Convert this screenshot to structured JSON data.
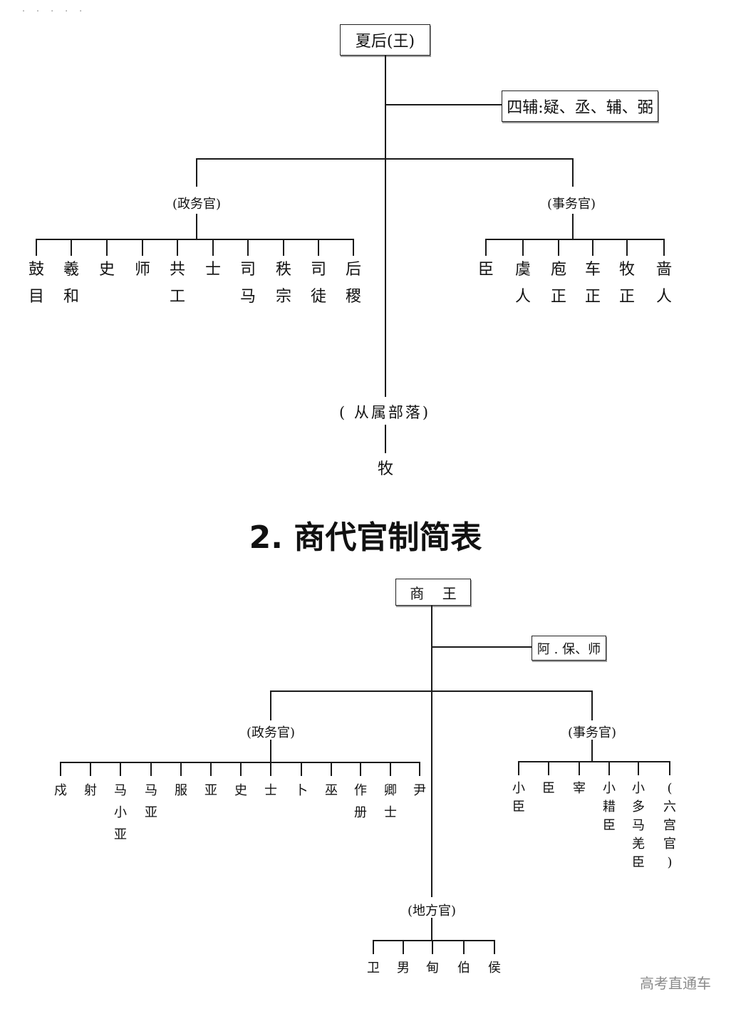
{
  "corner_marks": ". .  . . .",
  "xia": {
    "root": "夏后(王)",
    "advisors": "四辅:疑、丞、辅、弼",
    "political": {
      "label": "(政务官)",
      "officials": [
        {
          "chars": [
            "鼓",
            "目"
          ]
        },
        {
          "chars": [
            "羲",
            "和"
          ]
        },
        {
          "chars": [
            "史"
          ]
        },
        {
          "chars": [
            "师"
          ]
        },
        {
          "chars": [
            "共",
            "工"
          ]
        },
        {
          "chars": [
            "士"
          ]
        },
        {
          "chars": [
            "司",
            "马"
          ]
        },
        {
          "chars": [
            "秩",
            "宗"
          ]
        },
        {
          "chars": [
            "司",
            "徒"
          ]
        },
        {
          "chars": [
            "后",
            "稷"
          ]
        }
      ]
    },
    "affairs": {
      "label": "(事务官)",
      "officials": [
        {
          "chars": [
            "臣"
          ]
        },
        {
          "chars": [
            "虞",
            "人"
          ]
        },
        {
          "chars": [
            "庖",
            "正"
          ]
        },
        {
          "chars": [
            "车",
            "正"
          ]
        },
        {
          "chars": [
            "牧",
            "正"
          ]
        },
        {
          "chars": [
            "啬",
            "人"
          ]
        }
      ]
    },
    "tribes": {
      "label": "( 从属部落)",
      "child": "牧"
    }
  },
  "section_title": "2.  商代官制简表",
  "shang": {
    "root": "商    王",
    "advisors": "阿 . 保、师",
    "political": {
      "label": "(政务官)",
      "officials": [
        {
          "chars": [
            "戍"
          ]
        },
        {
          "chars": [
            "射"
          ]
        },
        {
          "chars": [
            "马",
            "小",
            "亚"
          ]
        },
        {
          "chars": [
            "马",
            "亚"
          ]
        },
        {
          "chars": [
            "服"
          ]
        },
        {
          "chars": [
            "亚"
          ]
        },
        {
          "chars": [
            "史"
          ]
        },
        {
          "chars": [
            "士"
          ]
        },
        {
          "chars": [
            "卜"
          ]
        },
        {
          "chars": [
            "巫"
          ]
        },
        {
          "chars": [
            "作",
            "册"
          ]
        },
        {
          "chars": [
            "卿",
            "士"
          ]
        },
        {
          "chars": [
            "尹"
          ]
        }
      ]
    },
    "affairs": {
      "label": "(事务官)",
      "officials": [
        {
          "chars": [
            "小",
            "臣"
          ]
        },
        {
          "chars": [
            "臣"
          ]
        },
        {
          "chars": [
            "宰"
          ]
        },
        {
          "chars": [
            "小",
            "耤",
            "臣"
          ]
        },
        {
          "chars": [
            "小",
            "多",
            "马",
            "羌",
            "臣"
          ]
        },
        {
          "chars": [
            "(",
            "六",
            "宫",
            "官",
            ")"
          ]
        }
      ]
    },
    "local": {
      "label": "(地方官)",
      "officials": [
        {
          "chars": [
            "卫"
          ]
        },
        {
          "chars": [
            "男"
          ]
        },
        {
          "chars": [
            "甸"
          ]
        },
        {
          "chars": [
            "伯"
          ]
        },
        {
          "chars": [
            "侯"
          ]
        }
      ]
    }
  },
  "watermark": "高考直通车"
}
